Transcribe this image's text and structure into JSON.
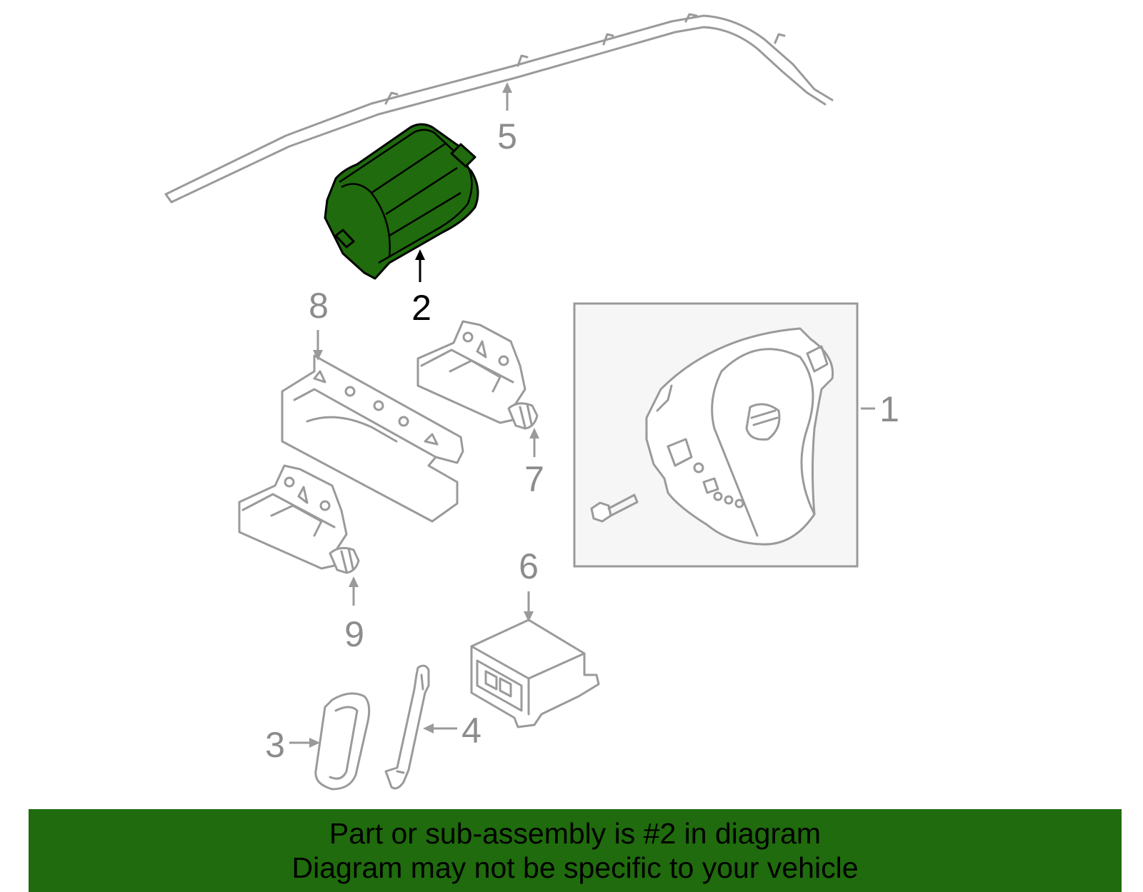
{
  "diagram": {
    "callouts": [
      {
        "id": "1",
        "text": "1"
      },
      {
        "id": "2",
        "text": "2"
      },
      {
        "id": "3",
        "text": "3"
      },
      {
        "id": "4",
        "text": "4"
      },
      {
        "id": "5",
        "text": "5"
      },
      {
        "id": "6",
        "text": "6"
      },
      {
        "id": "7",
        "text": "7"
      },
      {
        "id": "8",
        "text": "8"
      },
      {
        "id": "9",
        "text": "9"
      }
    ],
    "highlighted_part": "2",
    "colors": {
      "highlight": "#1f6b0d",
      "line": "#9a9a9a",
      "banner": "#1f6b0d"
    }
  },
  "banner": {
    "line1": "Part or sub-assembly is #2 in diagram",
    "line2": "Diagram may not be specific to your vehicle"
  }
}
